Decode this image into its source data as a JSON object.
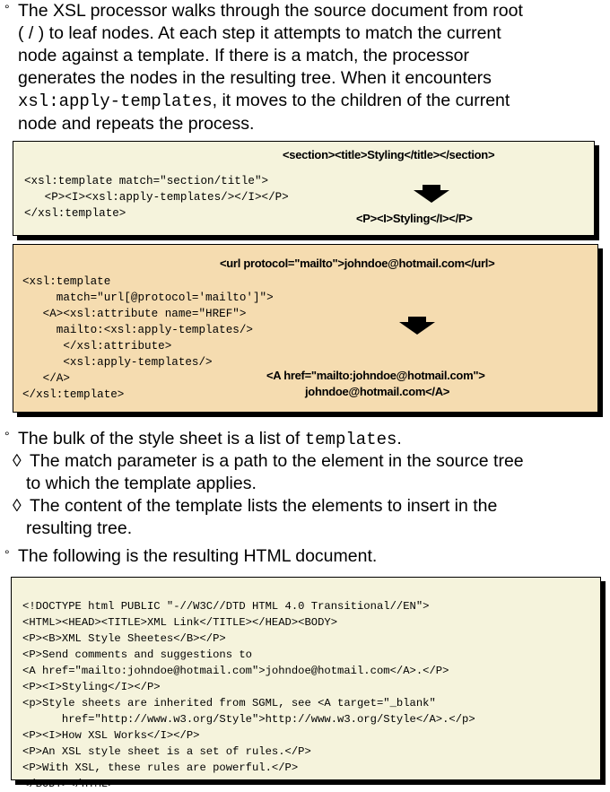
{
  "intro": {
    "bullet": "°",
    "lines": [
      "The XSL processor walks through the source document from root",
      "( / ) to leaf nodes.  At each step it attempts to match the current",
      "node against a template.  If there is a match, the processor",
      "generates the nodes in the resulting tree.  When it encounters"
    ],
    "code_term": "xsl:apply-templates",
    "line5_rest": ", it moves to the children of the current",
    "line6": "node and repeats the process."
  },
  "example1": {
    "source": "<section><title>Styling</title></section>",
    "code": [
      "<xsl:template match=\"section/title\">",
      "   <P><I><xsl:apply-templates/></I></P>",
      "</xsl:template>"
    ],
    "result": "<P><I>Styling</I></P>",
    "bg": "#f5f3dc"
  },
  "example2": {
    "source": "<url protocol=\"mailto\">johndoe@hotmail.com</url>",
    "code": [
      "<xsl:template",
      "     match=\"url[@protocol='mailto']\">",
      "   <A><xsl:attribute name=\"HREF\">",
      "     mailto:<xsl:apply-templates/>",
      "      </xsl:attribute>",
      "      <xsl:apply-templates/>",
      "   </A>",
      "</xsl:template>"
    ],
    "result": [
      "<A href=\"mailto:johndoe@hotmail.com\">",
      "johndoe@hotmail.com</A>"
    ],
    "bg": "#f5dcb0"
  },
  "bullets": {
    "b1_text": "The bulk of the style sheet is a list of",
    "b1_code": "templates",
    "b1_end": ".",
    "sub_bullet": "◊",
    "sub1": [
      "The match parameter is a path to the element in the source tree",
      "to which the template applies."
    ],
    "sub2": [
      "The content of the template lists the elements to insert in the",
      "resulting tree."
    ],
    "b2_text": "The following is the resulting HTML document."
  },
  "html_doc": {
    "bg": "#f5f3dc",
    "lines": [
      "<!DOCTYPE html PUBLIC \"-//W3C//DTD HTML 4.0 Transitional//EN\">",
      "<HTML><HEAD><TITLE>XML Link</TITLE></HEAD><BODY>",
      "<P><B>XML Style Sheetes</B></P>",
      "<P>Send comments and suggestions to",
      "<A href=\"mailto:johndoe@hotmail.com\">johndoe@hotmail.com</A>.</P>",
      "<P><I>Styling</I></P>",
      "<p>Style sheets are inherited from SGML, see <A target=\"_blank\"",
      "      href=\"http://www.w3.org/Style\">http://www.w3.org/Style</A>.</p>",
      "<P><I>How XSL Works</I></P>",
      "<P>An XSL style sheet is a set of rules.</P>",
      "<P>With XSL, these rules are powerful.</P>",
      "</BODY></HTML>"
    ]
  }
}
